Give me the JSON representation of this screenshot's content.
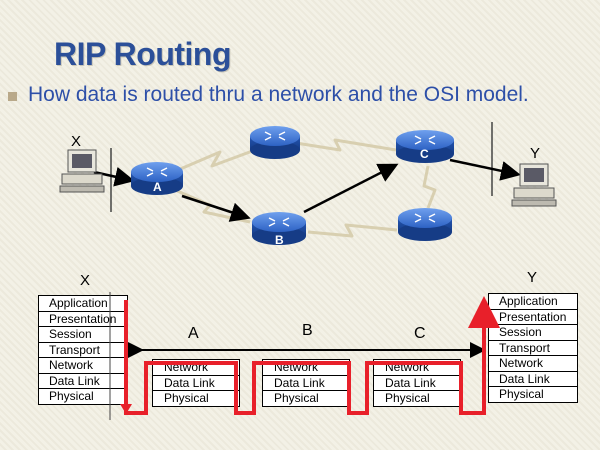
{
  "slide": {
    "title": "RIP Routing",
    "subtitle": "How data is routed thru a network and the OSI model."
  },
  "network": {
    "host_x": "X",
    "host_y": "Y",
    "routers": [
      "A",
      "B",
      "C"
    ]
  },
  "osi": {
    "host_x_label": "X",
    "host_y_label": "Y",
    "hop_labels": [
      "A",
      "B",
      "C"
    ],
    "host_layers": [
      "Application",
      "Presentation",
      "Session",
      "Transport",
      "Network",
      "Data Link",
      "Physical"
    ],
    "router_layers": [
      "Network",
      "Data Link",
      "Physical"
    ]
  },
  "colors": {
    "title": "#2b4f99",
    "router_body": "#2a62c9",
    "path_red": "#e8202a",
    "link_sand": "#d8cfb0"
  }
}
